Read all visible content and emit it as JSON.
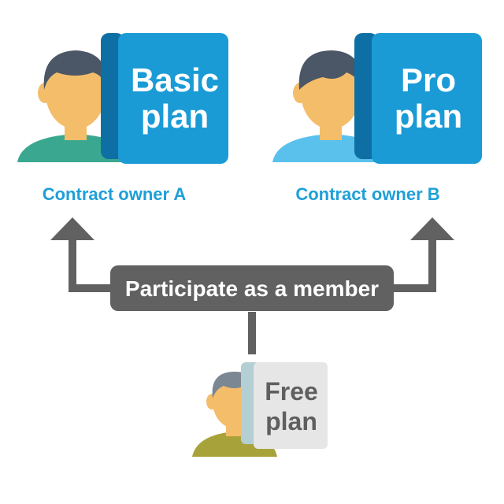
{
  "owner_a": {
    "plan_line1": "Basic",
    "plan_line2": "plan",
    "label": "Contract owner A"
  },
  "owner_b": {
    "plan_line1": "Pro",
    "plan_line2": "plan",
    "label": "Contract owner B"
  },
  "member": {
    "plan_line1": "Free",
    "plan_line2": "plan"
  },
  "connector": {
    "label": "Participate as a member"
  },
  "colors": {
    "accent_blue": "#1e9fd8",
    "plan_blue": "#1a9bd6",
    "plan_blue_dark": "#0d6fa3",
    "connector_gray": "#616161",
    "free_card": "#e6e6e6",
    "free_text": "#5f5f5f",
    "skin": "#f4bd6a",
    "hair_dark": "#4b5766",
    "shirt_teal": "#3aa890",
    "shirt_light_blue": "#5ac0ec",
    "shirt_olive": "#a8a23a",
    "hair_gray": "#7b8793"
  }
}
